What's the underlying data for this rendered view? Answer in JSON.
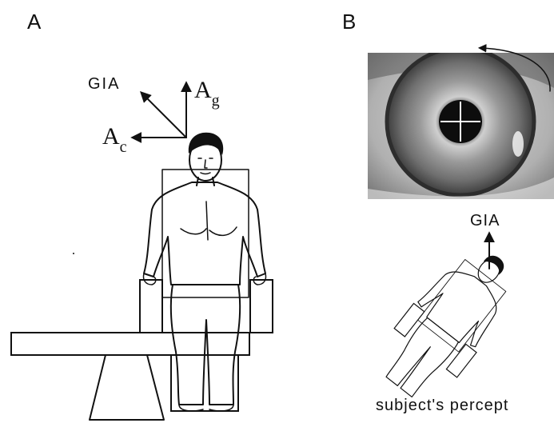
{
  "panel_a": {
    "label": "A",
    "vectors": {
      "gia": "GIA",
      "ag_main": "A",
      "ag_sub": "g",
      "ac_main": "A",
      "ac_sub": "c"
    }
  },
  "panel_b": {
    "label": "B",
    "gia": "GIA",
    "caption": "subject's percept"
  }
}
